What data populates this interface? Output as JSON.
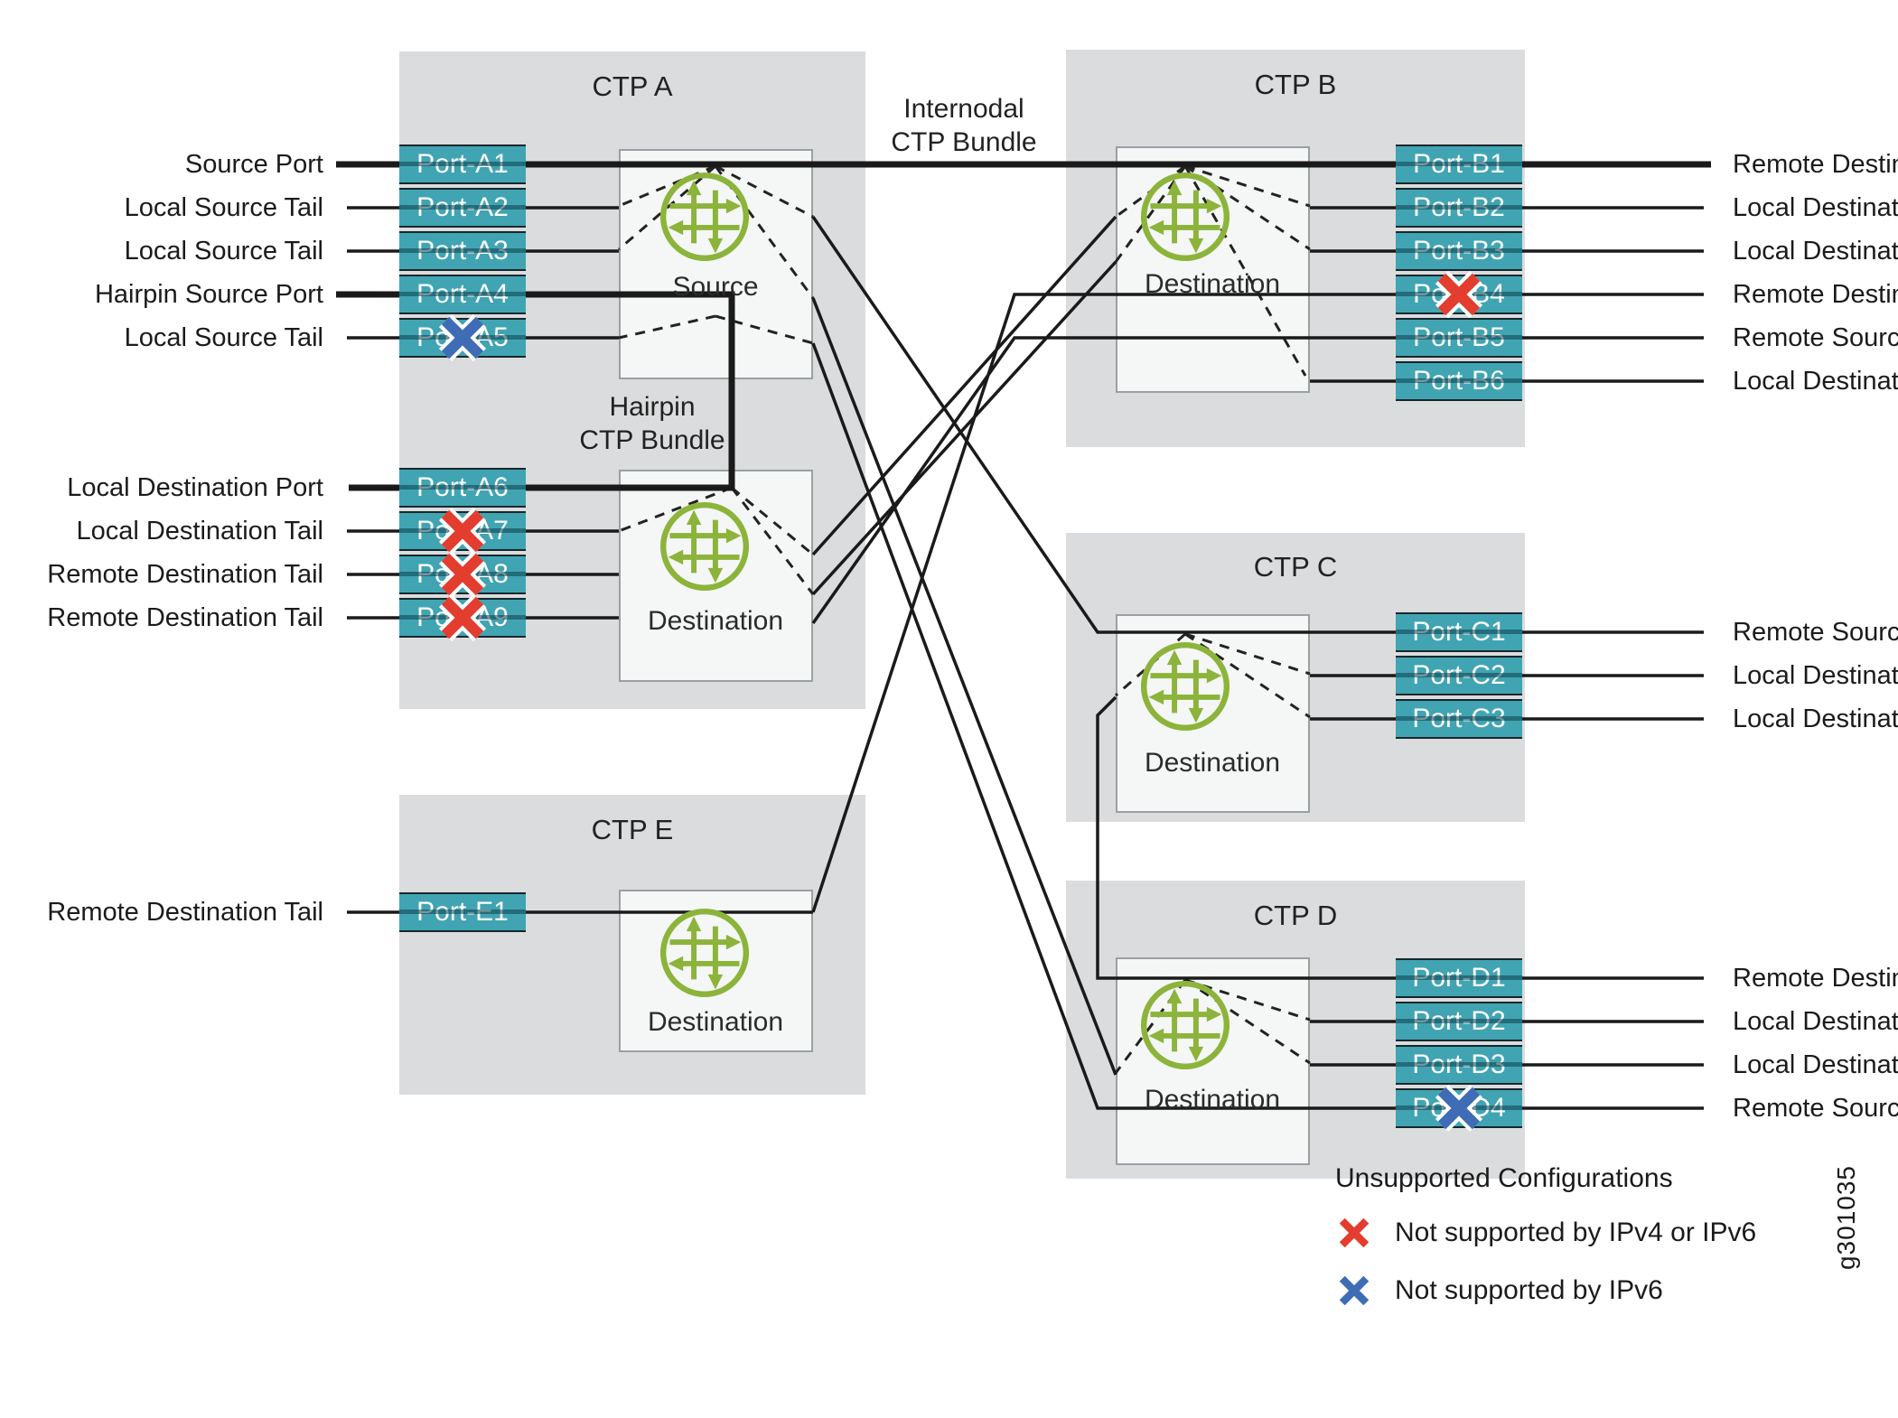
{
  "figure": {
    "graphic_id": "g301035"
  },
  "colors": {
    "port_teal": "#41A4B3",
    "region_gray": "#DBDCDD",
    "node_green": "#8CB43B",
    "unsupported_red": "#E23D2E",
    "unsupported_blue": "#3E6DB5"
  },
  "ctps": {
    "a": {
      "title": "CTP A"
    },
    "b": {
      "title": "CTP B"
    },
    "c": {
      "title": "CTP C"
    },
    "d": {
      "title": "CTP D"
    },
    "e": {
      "title": "CTP E"
    }
  },
  "nodes": {
    "a_source": "Source",
    "a_dest": "Destination",
    "b": "Destination",
    "c": "Destination",
    "d": "Destination",
    "e": "Destination"
  },
  "bundles": {
    "internodal_line1": "Internodal",
    "internodal_line2": "CTP Bundle",
    "hairpin_line1": "Hairpin",
    "hairpin_line2": "CTP Bundle"
  },
  "ports": {
    "a1": {
      "label": "Port-A1",
      "external": "Source Port",
      "mark": "none"
    },
    "a2": {
      "label": "Port-A2",
      "external": "Local Source Tail",
      "mark": "none"
    },
    "a3": {
      "label": "Port-A3",
      "external": "Local Source Tail",
      "mark": "none"
    },
    "a4": {
      "label": "Port-A4",
      "external": "Hairpin Source Port",
      "mark": "none"
    },
    "a5": {
      "label": "Port-A5",
      "external": "Local Source Tail",
      "mark": "blue-x"
    },
    "a6": {
      "label": "Port-A6",
      "external": "Local Destination Port",
      "mark": "none"
    },
    "a7": {
      "label": "Port-A7",
      "external": "Local Destination Tail",
      "mark": "red-x"
    },
    "a8": {
      "label": "Port-A8",
      "external": "Remote Destination Tail",
      "mark": "red-x"
    },
    "a9": {
      "label": "Port-A9",
      "external": "Remote Destination Tail",
      "mark": "red-x"
    },
    "b1": {
      "label": "Port-B1",
      "external": "Remote Destination Port",
      "mark": "none"
    },
    "b2": {
      "label": "Port-B2",
      "external": "Local Destination Tail",
      "mark": "none"
    },
    "b3": {
      "label": "Port-B3",
      "external": "Local Destination Tail",
      "mark": "none"
    },
    "b4": {
      "label": "Port-B4",
      "external": "Remote Destination Tail",
      "mark": "red-x"
    },
    "b5": {
      "label": "Port-B5",
      "external": "Remote Source Tail",
      "mark": "none"
    },
    "b6": {
      "label": "Port-B6",
      "external": "Local Destination Tail",
      "mark": "none"
    },
    "c1": {
      "label": "Port-C1",
      "external": "Remote Source Tail",
      "mark": "none"
    },
    "c2": {
      "label": "Port-C2",
      "external": "Local Destination Tail",
      "mark": "none"
    },
    "c3": {
      "label": "Port-C3",
      "external": "Local Destination Tail",
      "mark": "none"
    },
    "d1": {
      "label": "Port-D1",
      "external": "Remote Destination Tail",
      "mark": "none"
    },
    "d2": {
      "label": "Port-D2",
      "external": "Local Destination Tail",
      "mark": "none"
    },
    "d3": {
      "label": "Port-D3",
      "external": "Local Destination Tail",
      "mark": "none"
    },
    "d4": {
      "label": "Port-D4",
      "external": "Remote Source Tail",
      "mark": "blue-x"
    },
    "e1": {
      "label": "Port-E1",
      "external": "Remote Destination Tail",
      "mark": "none"
    }
  },
  "legend": {
    "title": "Unsupported Configurations",
    "items": [
      {
        "mark": "red-x",
        "label": "Not supported by IPv4 or IPv6"
      },
      {
        "mark": "blue-x",
        "label": "Not supported by IPv6"
      }
    ]
  }
}
